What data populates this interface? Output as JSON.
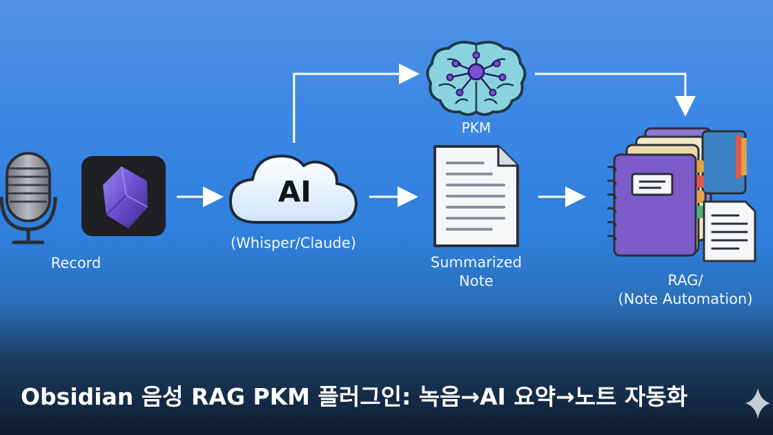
{
  "nodes": {
    "record": {
      "label": "Record"
    },
    "ai": {
      "icon_text": "AI",
      "label": "(Whisper/Claude)"
    },
    "pkm": {
      "label": "PKM"
    },
    "summarized_note": {
      "label_line1": "Summarized",
      "label_line2": "Note"
    },
    "rag": {
      "label_line1": "RAG/",
      "label_line2": "(Note Automation)"
    }
  },
  "title": "Obsidian 음성 RAG PKM 플러그인: 녹음→AI 요약→노트 자동화",
  "icons": [
    "microphone-icon",
    "obsidian-logo-icon",
    "cloud-icon",
    "brain-icon",
    "document-icon",
    "notebook-stack-icon",
    "sparkle-icon"
  ],
  "colors": {
    "background_top": "#4f92e8",
    "background_bottom": "#0e1c30",
    "arrow": "#ffffff",
    "obsidian_purple": "#6a4fd0",
    "notebook_purple": "#7b5cc9"
  }
}
